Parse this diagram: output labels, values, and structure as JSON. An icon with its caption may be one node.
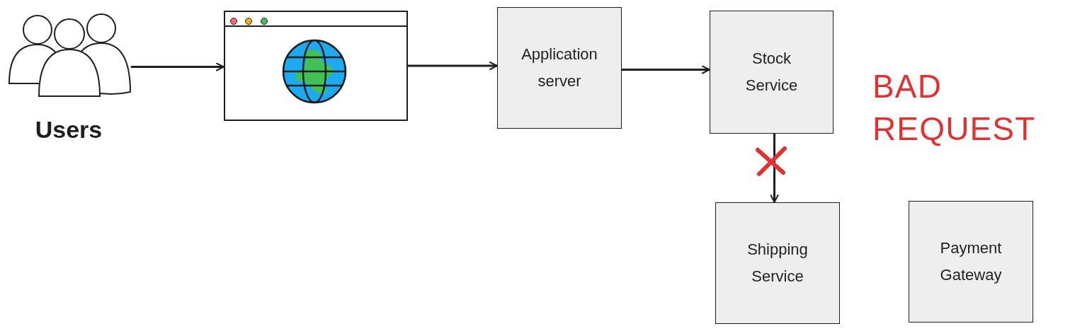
{
  "diagram": {
    "nodes": [
      {
        "text": [
          "Users"
        ]
      },
      {
        "text": [],
        "shape": "picture"
      },
      {
        "text": [
          "Application server"
        ]
      },
      {
        "text": [
          "Stock Service"
        ]
      },
      {
        "text": [
          "Shipping Service"
        ]
      },
      {
        "text": [
          "Payment Gateway"
        ]
      }
    ],
    "edges": [
      {
        "from": 0,
        "to": 1,
        "arrow": "to"
      },
      {
        "from": 1,
        "to": 2,
        "arrow": "to"
      },
      {
        "from": 2,
        "to": 3,
        "arrow": "to"
      },
      {
        "from": 3,
        "to": 4,
        "arrow": "to"
      }
    ],
    "labels": [
      "BAD REQUEST"
    ]
  }
}
